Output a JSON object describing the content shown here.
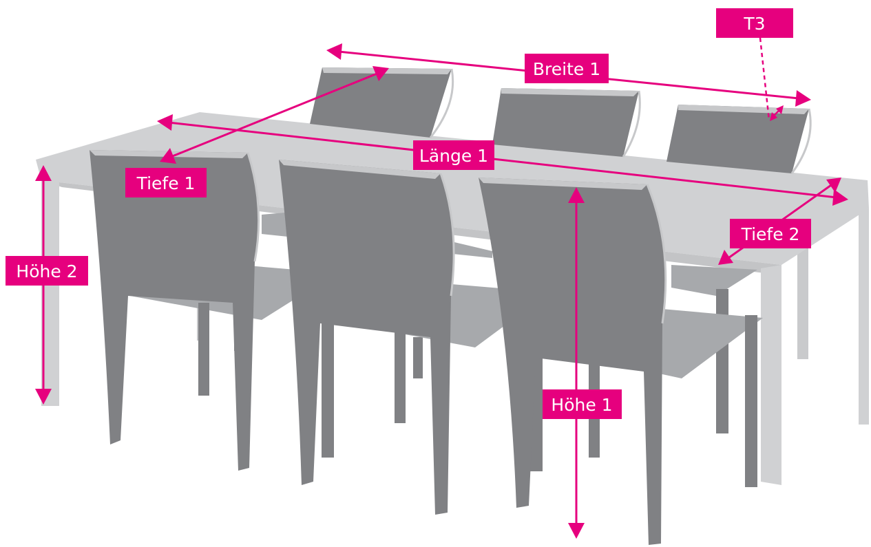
{
  "diagram": {
    "subject": "table-and-chairs-dimensions",
    "colors": {
      "accent": "#e6007e",
      "table_top": "#d0d1d3",
      "table_legs": "#d0d1d3",
      "chair_body": "#808184",
      "chair_seat": "#a7a9ac",
      "chair_edge": "#c7c8ca",
      "label_text": "#ffffff"
    },
    "labels": {
      "t3": "T3",
      "breite1": "Breite 1",
      "laenge1": "Länge 1",
      "tiefe1": "Tiefe 1",
      "tiefe2": "Tiefe 2",
      "hoehe1": "Höhe 1",
      "hoehe2": "Höhe 2"
    }
  }
}
